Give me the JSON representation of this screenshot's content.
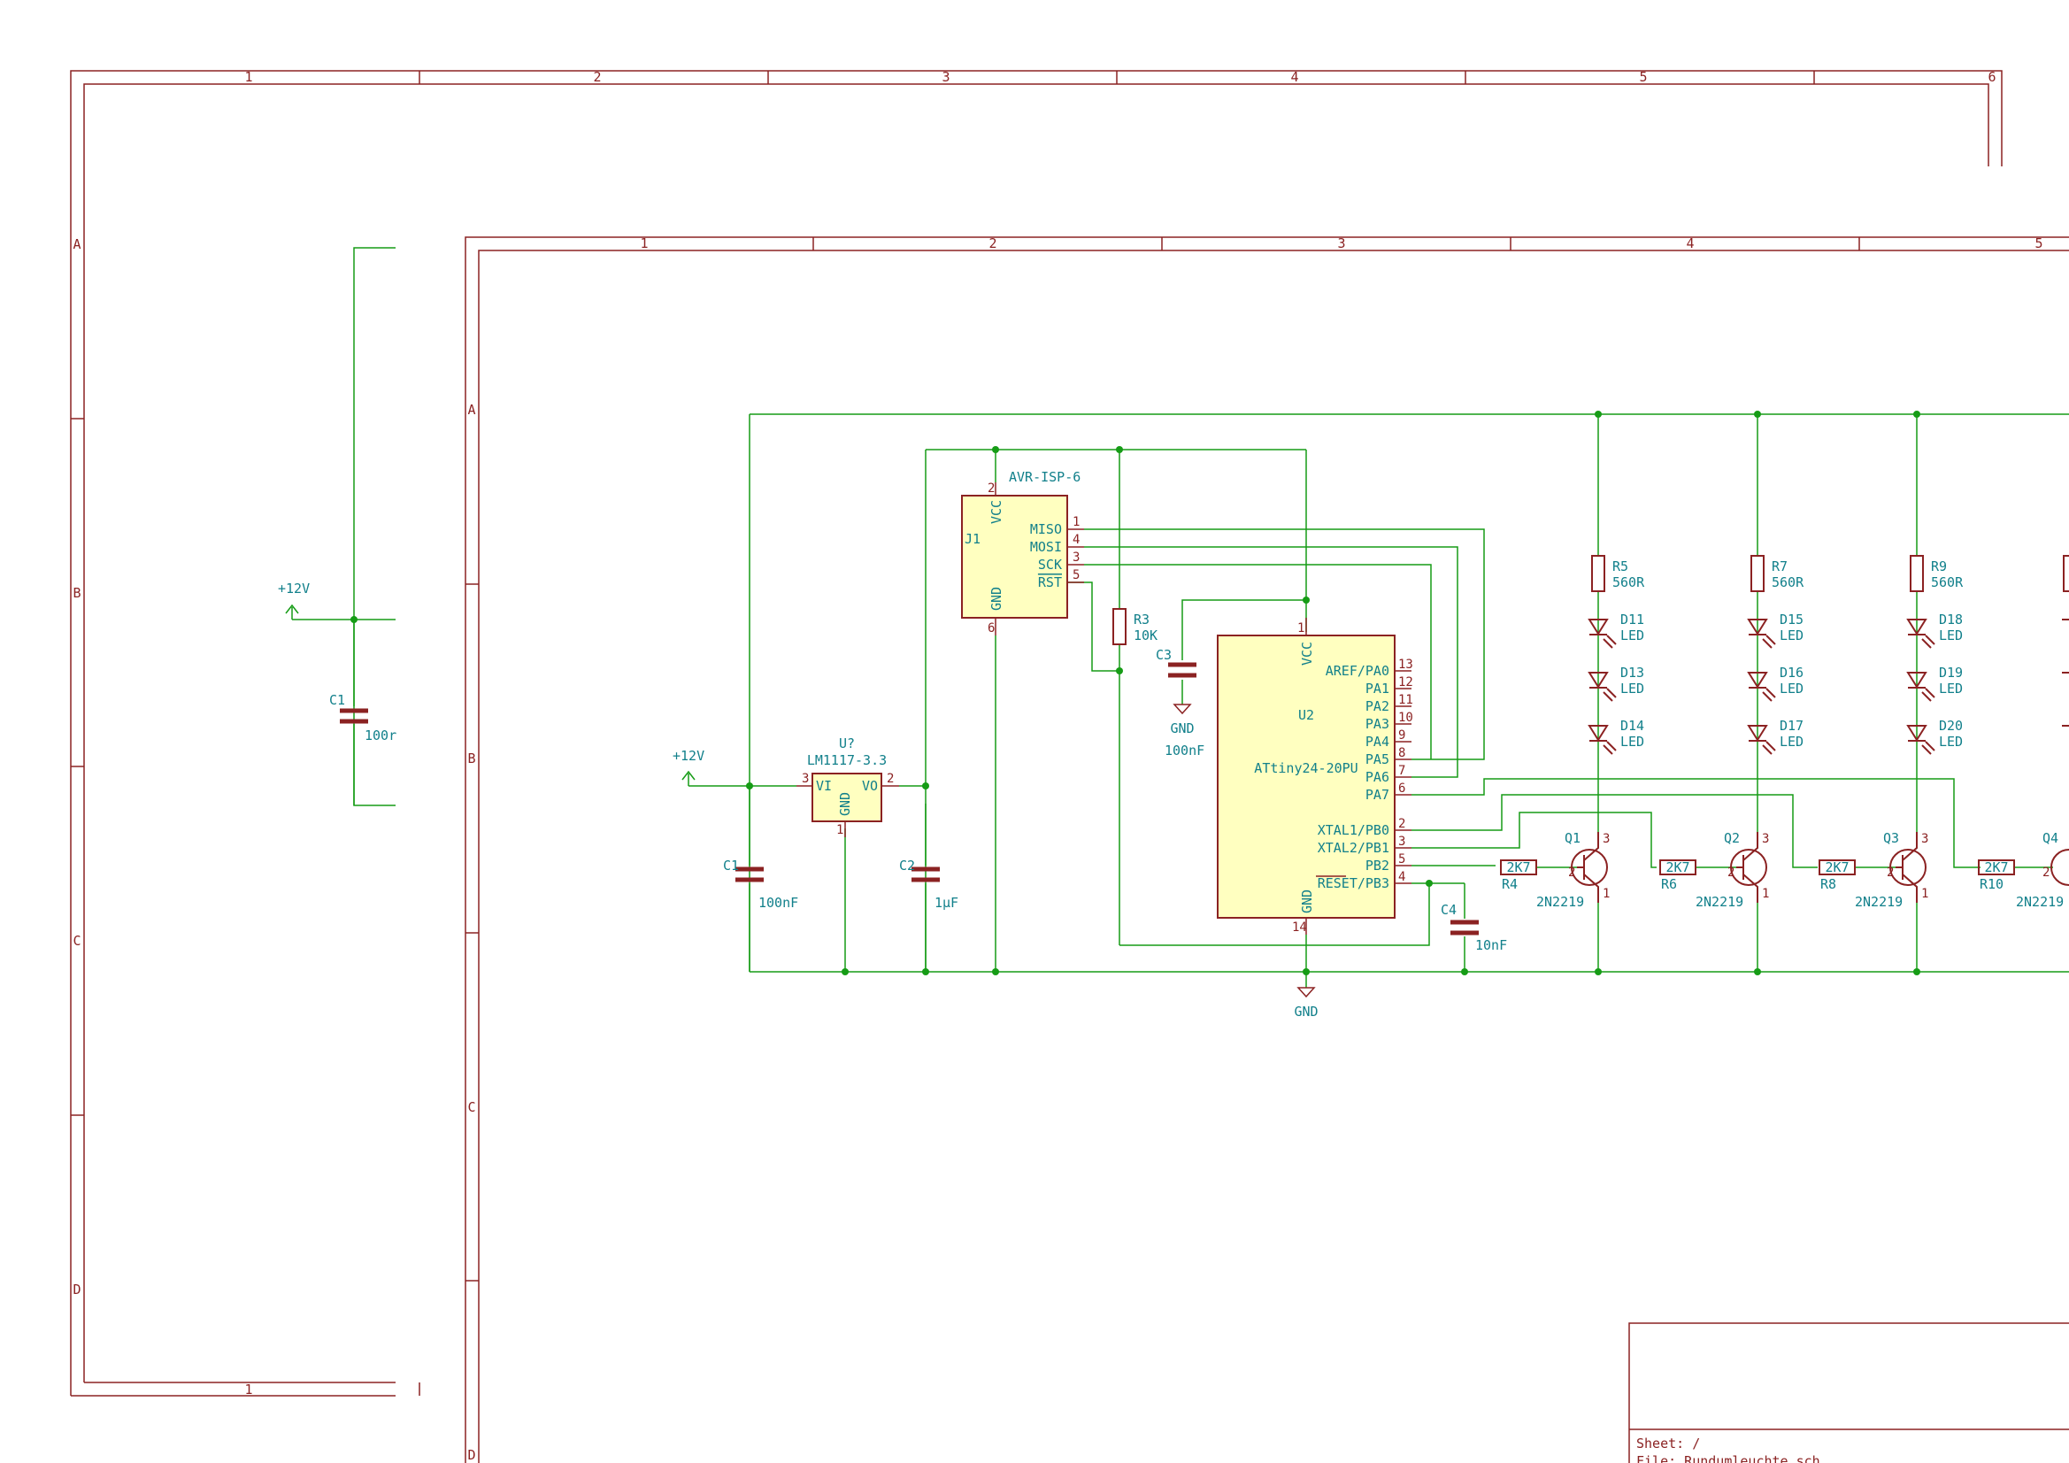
{
  "outer_sheet": {
    "columns": [
      "1",
      "2",
      "3",
      "4",
      "5",
      "6"
    ],
    "rows": [
      "A",
      "B",
      "C",
      "D"
    ],
    "bottom_column": "1",
    "power_label": "+12V",
    "cap_ref": "C1",
    "cap_value": "100r"
  },
  "inner_sheet": {
    "columns": [
      "1",
      "2",
      "3",
      "4",
      "5"
    ],
    "rows": [
      "A",
      "B",
      "C",
      "D"
    ],
    "title_block": {
      "sheet": "Sheet: /",
      "file": "File: Rundumleuchte.sch"
    }
  },
  "power": {
    "vcc": "+12V",
    "gnd": "GND"
  },
  "regulator": {
    "ref": "U?",
    "value": "LM1117-3.3",
    "pins": {
      "vi": "VI",
      "vo": "VO",
      "gnd": "GND",
      "n1": "1",
      "n2": "2",
      "n3": "3"
    }
  },
  "isp": {
    "ref": "J1",
    "value": "AVR-ISP-6",
    "pins": [
      {
        "name": "MISO",
        "num": "1"
      },
      {
        "name": "MOSI",
        "num": "4"
      },
      {
        "name": "SCK",
        "num": "3"
      },
      {
        "name": "RST",
        "num": "5"
      }
    ],
    "vcc": "VCC",
    "vcc_num": "2",
    "gnd": "GND",
    "gnd_num": "6"
  },
  "mcu": {
    "ref": "U2",
    "value": "ATtiny24-20PU",
    "vcc": "VCC",
    "vcc_num": "1",
    "gnd": "GND",
    "gnd_num": "14",
    "pins": [
      {
        "name": "AREF/PA0",
        "num": "13"
      },
      {
        "name": "PA1",
        "num": "12"
      },
      {
        "name": "PA2",
        "num": "11"
      },
      {
        "name": "PA3",
        "num": "10"
      },
      {
        "name": "PA4",
        "num": "9"
      },
      {
        "name": "PA5",
        "num": "8"
      },
      {
        "name": "PA6",
        "num": "7"
      },
      {
        "name": "PA7",
        "num": "6"
      },
      {
        "name": "XTAL1/PB0",
        "num": "2"
      },
      {
        "name": "XTAL2/PB1",
        "num": "3"
      },
      {
        "name": "PB2",
        "num": "5"
      },
      {
        "name": "RESET/PB3",
        "num": "4"
      }
    ]
  },
  "resistor_r3": {
    "ref": "R3",
    "value": "10K"
  },
  "capacitors": [
    {
      "ref": "C1",
      "value": "100nF"
    },
    {
      "ref": "C2",
      "value": "1µF"
    },
    {
      "ref": "C3",
      "value": "100nF"
    },
    {
      "ref": "C4",
      "value": "10nF"
    }
  ],
  "led_strings": [
    {
      "res_ref": "R5",
      "res_value": "560R",
      "leds": [
        "D11",
        "D13",
        "D14"
      ],
      "led_value": "LED"
    },
    {
      "res_ref": "R7",
      "res_value": "560R",
      "leds": [
        "D15",
        "D16",
        "D17"
      ],
      "led_value": "LED"
    },
    {
      "res_ref": "R9",
      "res_value": "560R",
      "leds": [
        "D18",
        "D19",
        "D20"
      ],
      "led_value": "LED"
    }
  ],
  "transistors": [
    {
      "ref": "Q1",
      "value": "2N2219",
      "base_res": "R4",
      "base_res_value": "2K7"
    },
    {
      "ref": "Q2",
      "value": "2N2219",
      "base_res": "R6",
      "base_res_value": "2K7"
    },
    {
      "ref": "Q3",
      "value": "2N2219",
      "base_res": "R8",
      "base_res_value": "2K7"
    },
    {
      "ref": "Q4",
      "value": "2N2219",
      "base_res": "R10",
      "base_res_value": "2K7"
    }
  ],
  "q_pin_nums": {
    "b": "2",
    "c": "3",
    "e": "1"
  }
}
